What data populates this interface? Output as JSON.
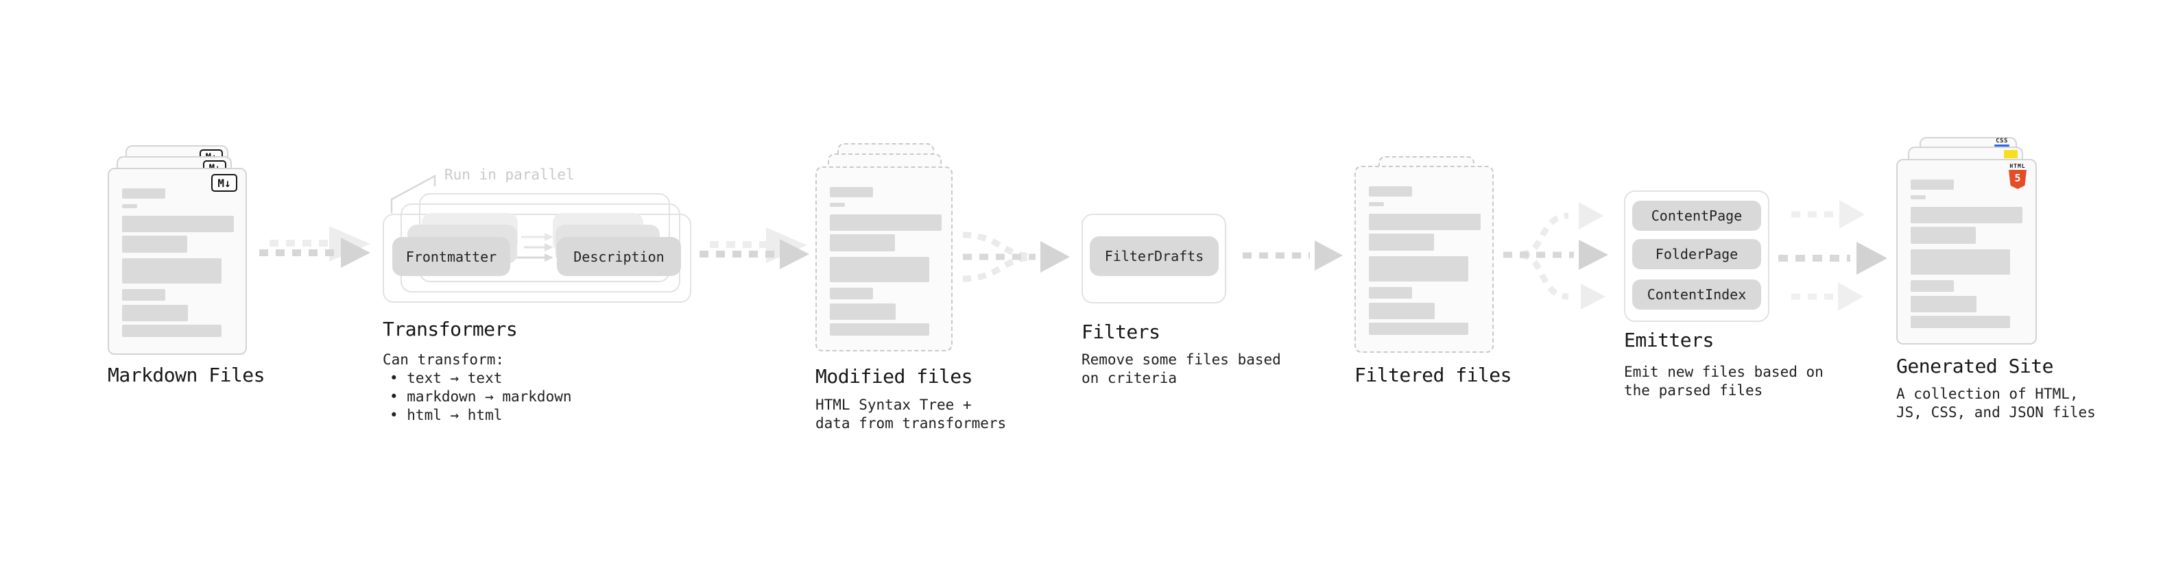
{
  "nodes": {
    "markdown": {
      "label": "Markdown Files",
      "file_icon": "M↓"
    },
    "transformers": {
      "label": "Transformers",
      "callout": "Run in parallel",
      "left_chip": "Frontmatter",
      "right_chip": "Description",
      "desc_title": "Can transform:",
      "bullets": [
        "• text → text",
        "• markdown → markdown",
        "• html → html"
      ]
    },
    "modified": {
      "label": "Modified files",
      "desc_lines": [
        "HTML Syntax Tree +",
        "data from transformers"
      ]
    },
    "filters": {
      "label": "Filters",
      "chip": "FilterDrafts",
      "desc_lines": [
        "Remove some files based",
        "on criteria"
      ]
    },
    "filtered": {
      "label": "Filtered files"
    },
    "emitters": {
      "label": "Emitters",
      "chips": [
        "ContentPage",
        "FolderPage",
        "ContentIndex"
      ],
      "desc_lines": [
        "Emit new files based on",
        "the parsed files"
      ]
    },
    "generated": {
      "label": "Generated Site",
      "desc_lines": [
        "A collection of HTML,",
        "JS, CSS, and JSON files"
      ],
      "html5_icon_label": "HTML",
      "html5_icon_number": "5",
      "css_icon_label": "CSS"
    }
  },
  "colors": {
    "html5_orange": "#e44d26",
    "js_yellow": "#f7df1e",
    "css_blue": "#2d65f2",
    "text": "#161616",
    "callout_muted": "#c9c9c9",
    "chip_bg": "#d9d9d9",
    "card_bg": "#fafafa",
    "card_border": "#d4d4d4",
    "arrow": "#d4d4d4",
    "arrow_light": "#ececec"
  }
}
